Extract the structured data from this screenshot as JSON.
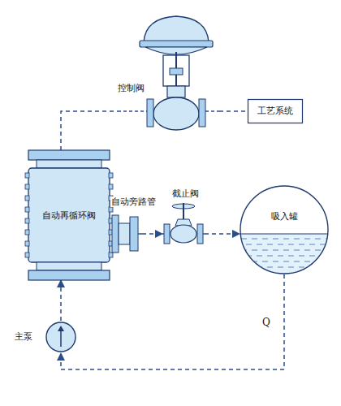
{
  "diagram": {
    "nodes": [
      {
        "text": [
          "控制阀"
        ]
      },
      {
        "text": [
          "工艺系统"
        ]
      },
      {
        "text": [
          "自动再循环阀"
        ]
      },
      {
        "text": [
          "截止阀"
        ]
      },
      {
        "text": [
          "吸入罐"
        ]
      },
      {
        "text": [
          "主泵"
        ]
      }
    ],
    "edges": [
      {
        "from": 2,
        "to": 0,
        "arrow": "none"
      },
      {
        "from": 0,
        "to": 1,
        "arrow": "none"
      },
      {
        "from": 5,
        "to": 2,
        "arrow": "to"
      },
      {
        "from": 2,
        "to": 3,
        "arrow": "to"
      },
      {
        "from": 3,
        "to": 4,
        "arrow": "to"
      },
      {
        "from": 4,
        "to": 5,
        "arrow": "to",
        "label": "Q"
      }
    ],
    "labels": [
      "自动旁路管"
    ]
  }
}
